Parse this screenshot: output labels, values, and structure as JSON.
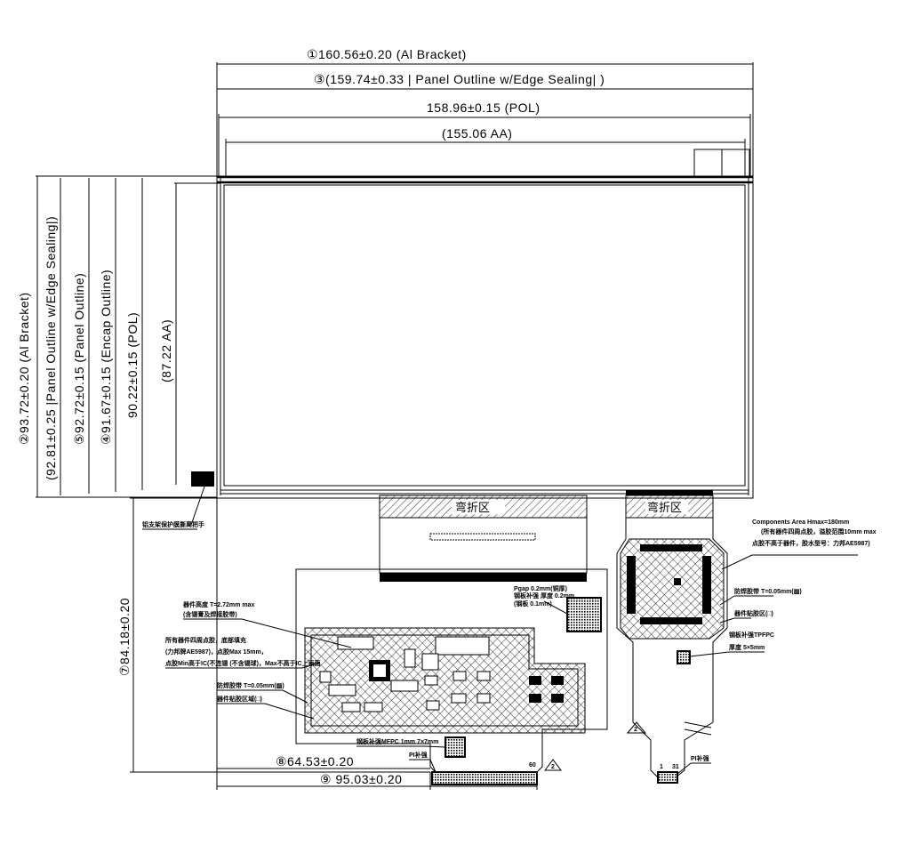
{
  "dimensions": {
    "d1": "①160.56±0.20 (Al Bracket)",
    "d3": "③(159.74±0.33 | Panel Outline w/Edge Sealing| )",
    "pol_w": "158.96±0.15 (POL)",
    "aa_w": "(155.06 AA)",
    "d2": "②93.72±0.20 (Al Bracket)",
    "v_edge": "(92.81±0.25 |Panel Outline w/Edge Sealing|)",
    "d5": "⑤92.72±0.15 (Panel Outline)",
    "d4": "④91.67±0.15 (Encap Outline)",
    "pol_h": "90.22±0.15 (POL)",
    "aa_h": "(87.22 AA)",
    "d7": "⑦84.18±0.20",
    "d8": "⑧64.53±0.20",
    "d9": "⑨ 95.03±0.20"
  },
  "labels": {
    "bend_left": "弯折区",
    "bend_right": "弯折区",
    "bracket_note": "铝支架保护膜撕离把手",
    "comp_height": "器件高度 T=2.72mm max",
    "comp_height2": "(含锡膏及焊接胶带)",
    "comp_glue1": "所有器件四周点胶，底部填充",
    "comp_glue2": "(力邦牌AE5987)，点胶Max 15mm，",
    "comp_glue3": "点胶Min高于IC(不连锡 (不含锡球)，Max不高于IC上表面",
    "tape": "防焊胶带 T=0.05mm(▨)",
    "comp_area": "器件贴胶区域(□)",
    "stiffener_main": "钢板补强MFPC 1mm 7×7mm",
    "pi_left": "PI补强",
    "pi_right": "PI补强",
    "comp_area_right_1": "Components Area Hmax=180mm",
    "comp_area_right_2": "(所有器件四周点胶，溢胶范围10mm max",
    "comp_area_right_3": "点胶不高于器件，胶水型号：力邦AE5987)",
    "right_tape": "防焊胶带 T=0.05mm(▨)",
    "right_area": "器件贴胶区(□)",
    "tpfpc_1": "钢板补强TPFPC",
    "tpfpc_2": "厚度 5×5mm",
    "mid_note_1": "Pgap 0.2mm(铜厚)",
    "mid_note_2": "钢板补强 厚度 0.2mm",
    "mid_note_3": "(钢板 0.1mm)",
    "tri1": "2",
    "tri2": "2",
    "pin_top_left": "60",
    "pin_left_1": "1",
    "pin_right_1": "31"
  }
}
